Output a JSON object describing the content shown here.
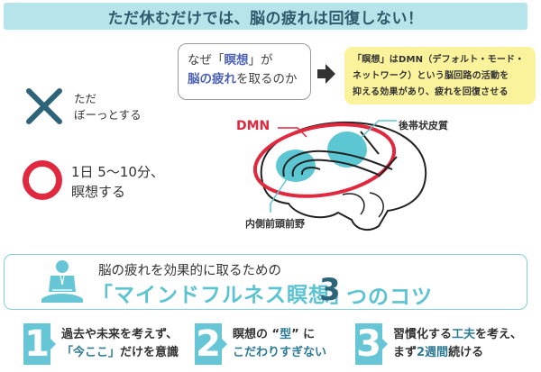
{
  "banner": {
    "title": "ただ休むだけでは、脳の疲れは回復しない！"
  },
  "question": {
    "line1_pre": "なぜ「",
    "line1_hl": "瞑想",
    "line1_post": "」が",
    "line2_hl": "脳の疲れ",
    "line2_post": "を取るのか"
  },
  "answer": {
    "lines": [
      "「瞑想」はDMN（デフォルト・モード・",
      "ネットワーク）という脳回路の活動を",
      "抑える効果があり、疲れを回復させる"
    ]
  },
  "bad": {
    "icon": "x-mark-icon",
    "lines": [
      "ただ",
      "ぼーっとする"
    ]
  },
  "good": {
    "icon": "circle-mark-icon",
    "lines": [
      "1日 5〜10分、",
      "瞑想する"
    ]
  },
  "brain": {
    "dmn_label": "DMN",
    "pcc_label": "後帯状皮質",
    "mpfc_label": "内側前頭前野"
  },
  "tips": {
    "subtitle": "脳の疲れを効果的に取るための",
    "main": "「マインドフルネス瞑想」",
    "number": "3",
    "tail": "つのコツ",
    "steps": [
      {
        "num": "1",
        "l1": "過去や未来を考えず、",
        "l2_hl": "「今ここ」",
        "l2_post": "だけを意識"
      },
      {
        "num": "2",
        "l1_pre": "瞑想の “",
        "l1_hl": "型",
        "l1_post": "” に",
        "l2_hl": "こだわりすぎない"
      },
      {
        "num": "3",
        "l1_pre": "習慣化する",
        "l1_hl": "工夫",
        "l1_post": "を考え、",
        "l2_pre": "まず",
        "l2_hl": "2週間",
        "l2_post": "続ける"
      }
    ]
  },
  "colors": {
    "banner_bg": "#b5e4ea",
    "accent_teal": "#66c6d5",
    "red": "#e0283e",
    "yellow": "#fbf39c",
    "purple": "#4e63b7",
    "dark_teal": "#2c6479"
  }
}
